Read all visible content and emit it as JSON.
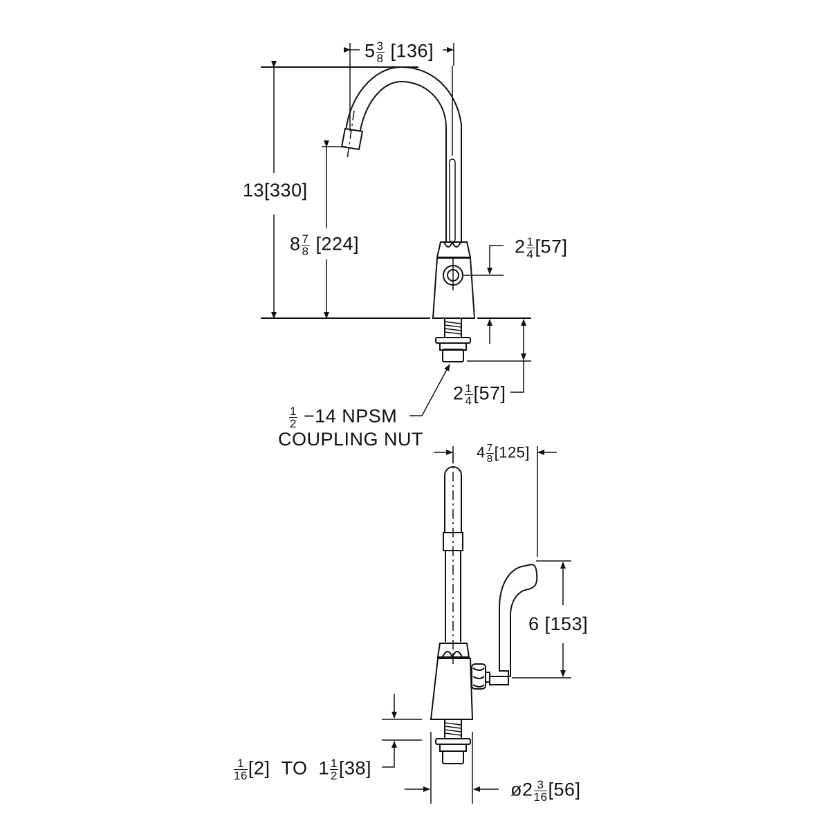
{
  "drawing": {
    "title": "Gooseneck faucet with wrist blade handle - dimensional drawing",
    "units_note": "inches [mm]",
    "colors": {
      "line": "#111111",
      "background": "#ffffff"
    }
  },
  "top_view": {
    "spout_reach": {
      "whole": "5",
      "num": "3",
      "den": "8",
      "metric": "[136]"
    },
    "overall_height": {
      "text": "13[330]"
    },
    "spout_outlet_height": {
      "whole": "8",
      "num": "7",
      "den": "8",
      "metric": "[224]"
    },
    "inlet_center_height": {
      "whole": "2",
      "num": "1",
      "den": "4",
      "metric": "[57]"
    },
    "shank_length": {
      "whole": "2",
      "num": "1",
      "den": "4",
      "metric": "[57]"
    },
    "coupling_note": {
      "line1_num": "1",
      "line1_den": "2",
      "line1_rest": "−14  NPSM",
      "line2": "COUPLING NUT"
    }
  },
  "bottom_view": {
    "handle_offset": {
      "whole": "4",
      "num": "7",
      "den": "8",
      "metric": "[125]"
    },
    "handle_length": {
      "text": "6  [153]"
    },
    "deck_thickness": {
      "min_num": "1",
      "min_den": "16",
      "min_metric": "[2]",
      "to": "TO",
      "max_whole": "1",
      "max_num": "1",
      "max_den": "2",
      "max_metric": "[38]"
    },
    "base_diameter": {
      "prefix": "ø2",
      "num": "3",
      "den": "16",
      "metric": "[56]"
    }
  }
}
